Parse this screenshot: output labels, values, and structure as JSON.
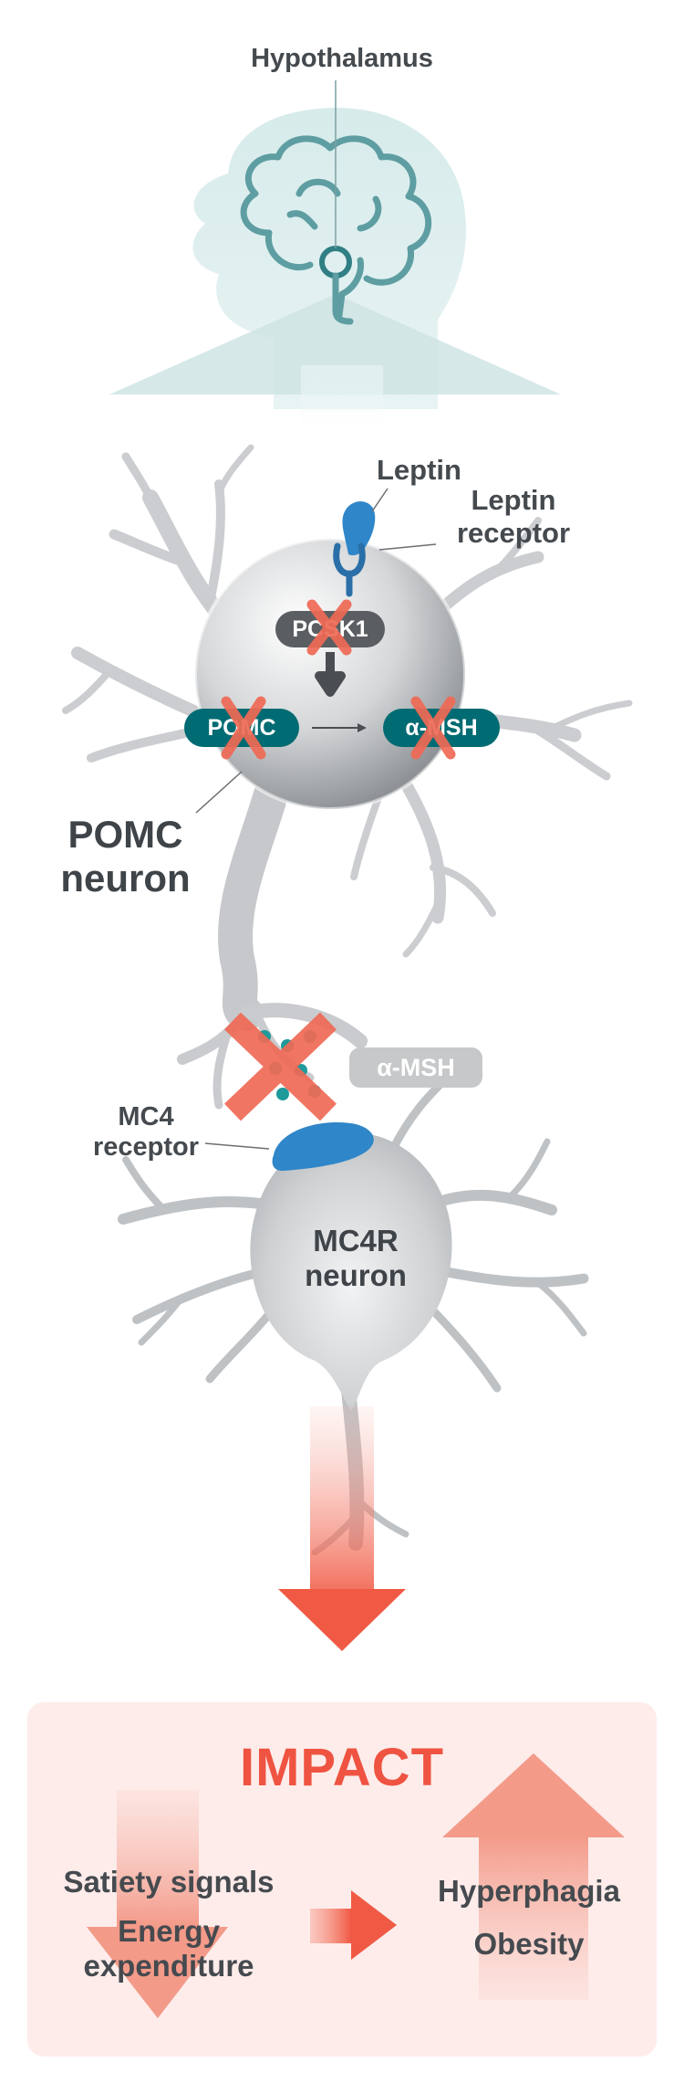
{
  "labels": {
    "hypothalamus": "Hypothalamus",
    "leptin": "Leptin",
    "leptin_receptor": "Leptin receptor",
    "pcsk1": "PCSK1",
    "pomc": "POMC",
    "alpha_msh": "α-MSH",
    "pomc_neuron": "POMC neuron",
    "alpha_msh_released": "α-MSH",
    "mc4_receptor": "MC4 receptor",
    "mc4r_neuron": "MC4R neuron"
  },
  "impact": {
    "title": "IMPACT",
    "decreased": [
      "Satiety signals",
      "Energy expenditure"
    ],
    "increased": [
      "Hyperphagia",
      "Obesity"
    ]
  },
  "colors": {
    "teal": "#006b72",
    "head": "#cfe6e6",
    "brain_stroke": "#5e9ea2",
    "neuron_gray": "#c9cbcd",
    "cross_red": "#ef6a55",
    "arrow_red": "#f05a44",
    "impact_bg": "#fdecea",
    "impact_title": "#ef5341",
    "receptor_blue": "#2f86c8"
  }
}
